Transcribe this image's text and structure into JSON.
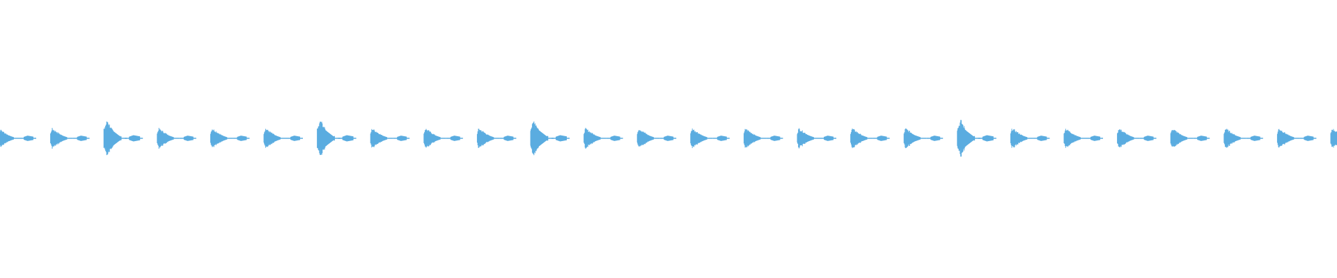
{
  "waveform": {
    "color": "#5aace0",
    "background": "#ffffff",
    "beats": [
      {
        "kind": "partial",
        "peak": 0.55,
        "tail": 0.14
      },
      {
        "kind": "normal",
        "peak": 0.55,
        "tail": 0.14
      },
      {
        "kind": "accent",
        "peak": 1.0,
        "tail": 0.16
      },
      {
        "kind": "normal",
        "peak": 0.55,
        "tail": 0.14
      },
      {
        "kind": "normal",
        "peak": 0.55,
        "tail": 0.14
      },
      {
        "kind": "normal",
        "peak": 0.55,
        "tail": 0.14
      },
      {
        "kind": "accent",
        "peak": 1.0,
        "tail": 0.16
      },
      {
        "kind": "normal",
        "peak": 0.55,
        "tail": 0.14
      },
      {
        "kind": "normal",
        "peak": 0.55,
        "tail": 0.14
      },
      {
        "kind": "normal",
        "peak": 0.55,
        "tail": 0.14
      },
      {
        "kind": "accent",
        "peak": 1.0,
        "tail": 0.16
      },
      {
        "kind": "normal",
        "peak": 0.55,
        "tail": 0.14
      },
      {
        "kind": "normal",
        "peak": 0.55,
        "tail": 0.14
      },
      {
        "kind": "normal",
        "peak": 0.55,
        "tail": 0.14
      },
      {
        "kind": "normal",
        "peak": 0.55,
        "tail": 0.14
      },
      {
        "kind": "normal",
        "peak": 0.55,
        "tail": 0.14
      },
      {
        "kind": "normal",
        "peak": 0.55,
        "tail": 0.14
      },
      {
        "kind": "normal",
        "peak": 0.55,
        "tail": 0.14
      },
      {
        "kind": "accent",
        "peak": 1.0,
        "tail": 0.16
      },
      {
        "kind": "normal",
        "peak": 0.55,
        "tail": 0.14
      },
      {
        "kind": "normal",
        "peak": 0.55,
        "tail": 0.14
      },
      {
        "kind": "normal",
        "peak": 0.55,
        "tail": 0.14
      },
      {
        "kind": "normal",
        "peak": 0.55,
        "tail": 0.14
      },
      {
        "kind": "normal",
        "peak": 0.55,
        "tail": 0.14
      },
      {
        "kind": "normal",
        "peak": 0.55,
        "tail": 0.14
      },
      {
        "kind": "partial-end",
        "peak": 0.55,
        "tail": 0.0
      }
    ]
  }
}
